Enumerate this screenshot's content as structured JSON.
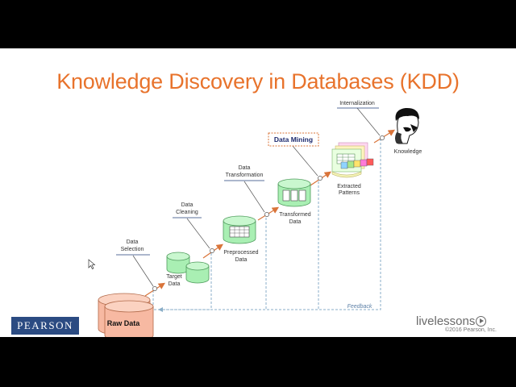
{
  "title": "Knowledge Discovery in Databases (KDD)",
  "steps": {
    "selection": [
      "Data",
      "Selection"
    ],
    "cleaning": [
      "Data",
      "Cleaning"
    ],
    "transformation": [
      "Data",
      "Transformation"
    ],
    "mining": "Data Mining",
    "internalization": "Internalization"
  },
  "stores": {
    "raw": "Raw Data",
    "target": [
      "Target",
      "Data"
    ],
    "preprocessed": [
      "Preprocessed",
      "Data"
    ],
    "transformed": [
      "Transformed",
      "Data"
    ],
    "patterns": [
      "Extracted",
      "Patterns"
    ],
    "knowledge": "Knowledge"
  },
  "feedback": "Feedback",
  "branding": {
    "pearson": "PEARSON",
    "livelessons": "livelessons",
    "copyright": "©2016 Pearson, Inc."
  },
  "colors": {
    "title": "#e8732c",
    "cylinder": "#a9efb3",
    "raw_cylinder": "#f7b9a2",
    "arrow": "#d9743a",
    "feedback_line": "#8aaec8"
  }
}
